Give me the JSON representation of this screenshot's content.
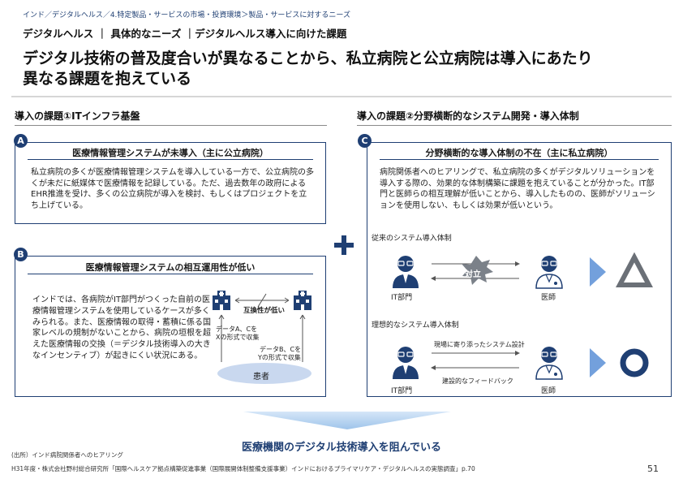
{
  "header": {
    "breadcrumb": "インド／デジタルヘルス／4.特定製品・サービスの市場・投資環境＞製品・サービスに対するニーズ",
    "subhead": "デジタルヘルス ｜ 具体的なニーズ ｜デジタルヘルス導入に向けた課題",
    "title_line1": "デジタル技術の普及度合いが異なることから、私立病院と公立病院は導入にあたり",
    "title_line2": "異なる課題を抱えている"
  },
  "left_section": {
    "heading": "導入の課題①ITインフラ基盤",
    "panel_a": {
      "badge": "A",
      "title": "医療情報管理システムが未導入（主に公立病院）",
      "text": "私立病院の多くが医療情報管理システムを導入している一方で、公立病院の多くが未だに紙媒体で医療情報を記録している。ただ、過去数年の政府によるEHR推進を受け、多くの公立病院が導入を検討、もしくはプロジェクトを立ち上げている。"
    },
    "panel_b": {
      "badge": "B",
      "title": "医療情報管理システムの相互運用性が低い",
      "text": "インドでは、各病院がIT部門がつくった自前の医療情報管理システムを使用しているケースが多くみられる。また、医療情報の取得・蓄積に係る国家レベルの規制がないことから、病院の垣根を超えた医療情報の交換（＝デジタル技術導入の大きなインセンティブ）が起きにくい状況にある。",
      "interop_label": "互換性が低い",
      "left_note_1": "データA、Cを",
      "left_note_2": "Xの形式で収集",
      "right_note_1": "データB、Cを",
      "right_note_2": "Yの形式で収集",
      "patient": "患者"
    }
  },
  "right_section": {
    "heading": "導入の課題②分野横断的なシステム開発・導入体制",
    "panel_c": {
      "badge": "C",
      "title": "分野横断的な導入体制の不在（主に私立病院）",
      "text": "病院関係者へのヒアリングで、私立病院の多くがデジタルソリューションを導入する際の、効果的な体制構築に課題を抱えていることが分かった。IT部門と医師らの相互理解が低いことから、導入したものの、医師がソリューションを使用しない、もしくは効果が低いという。",
      "current_label": "従来のシステム導入体制",
      "conflict_label": "対立",
      "ideal_label": "理想的なシステム導入体制",
      "ideal_top_arrow": "現場に寄り添ったシステム設計",
      "ideal_bottom_arrow": "建設的なフィードバック",
      "it_dept": "IT部門",
      "doctor": "医師"
    }
  },
  "conclusion": "医療機関のデジタル技術導入を阻んでいる",
  "source": "(出所）インド病院関係者へのヒアリング",
  "footer": "H31年度・株式会社野村総合研究所「国際ヘルスケア拠点構築促進事業（国際展開体制整備支援事業）インドにおけるプライマリケア・デジタルヘルスの実態調査」p.70",
  "page_number": "51",
  "colors": {
    "accent": "#1f3f73",
    "light_blue": "#5b8fd6",
    "gray": "#7b8189"
  }
}
